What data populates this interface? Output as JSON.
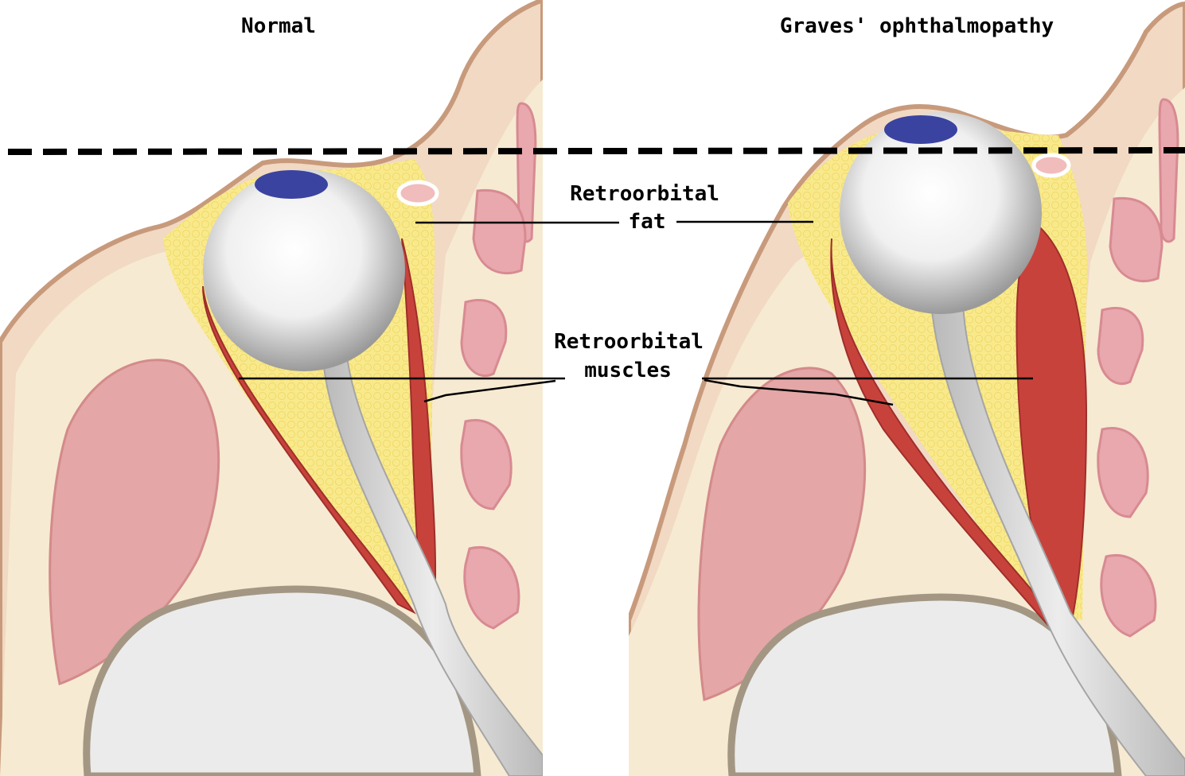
{
  "panels": {
    "normal": {
      "title": "Normal"
    },
    "graves": {
      "title": "Graves' ophthalmopathy"
    }
  },
  "labels": {
    "fat_line1": "Retroorbital",
    "fat_line2": "fat",
    "muscles_line1": "Retroorbital",
    "muscles_line2": "muscles"
  },
  "colors": {
    "skin": "#c89a7c",
    "bone": "#f6ead2",
    "bone_outline": "#e8c9ad",
    "fat": "#f8ea8c",
    "muscle": "#c8423c",
    "muscle_light": "#e4a6a6",
    "sinus": "#e8a8ad",
    "brain": "#ebebeb",
    "brain_outline": "#a39784",
    "iris": "#3b43a0",
    "eyeball": "#e6e6e6"
  }
}
